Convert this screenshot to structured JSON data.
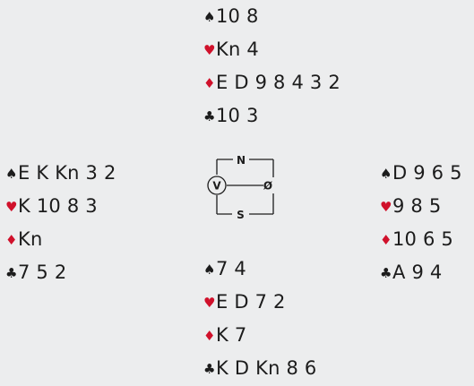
{
  "colors": {
    "background": "#ecedee",
    "red_suit": "#d0112b",
    "black_suit": "#1c1c1c",
    "text": "#1c1c1c"
  },
  "suits": {
    "spades": "♠",
    "hearts": "♥",
    "diamonds": "♦",
    "clubs": "♣"
  },
  "hands": {
    "north": {
      "spades": "10 8",
      "hearts": "Kn 4",
      "diamonds": "E D 9 8 4 3 2",
      "clubs": "10 3"
    },
    "west": {
      "spades": "E K Kn 3 2",
      "hearts": "K 10 8 3",
      "diamonds": "Kn",
      "clubs": "7 5 2"
    },
    "east": {
      "spades": "D 9 6 5",
      "hearts": "9 8 5",
      "diamonds": "10 6 5",
      "clubs": "A 9 4"
    },
    "south": {
      "spades": "7 4",
      "hearts": "E D 7 2",
      "diamonds": "K 7",
      "clubs": "K D Kn 8 6"
    }
  },
  "compass": {
    "north": "N",
    "south": "S",
    "west": "V",
    "east": "Ø",
    "dealer": "V"
  }
}
